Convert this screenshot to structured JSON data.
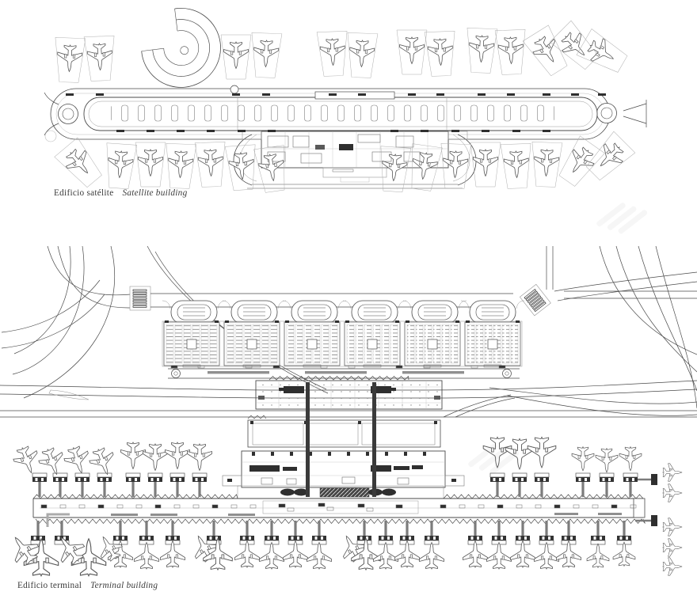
{
  "page": {
    "background": "#ffffff"
  },
  "drawing": {
    "ink": "#4a4a4a",
    "ink_light": "#979797",
    "ink_faint": "#bdbdbd",
    "ink_dark": "#2f2f2f",
    "fill_gray": "#8f8f8f"
  },
  "captions": {
    "satellite": {
      "es": "Edificio satélite",
      "en": "Satellite building"
    },
    "terminal": {
      "es": "Edificio terminal",
      "en": "Terminal building"
    }
  }
}
